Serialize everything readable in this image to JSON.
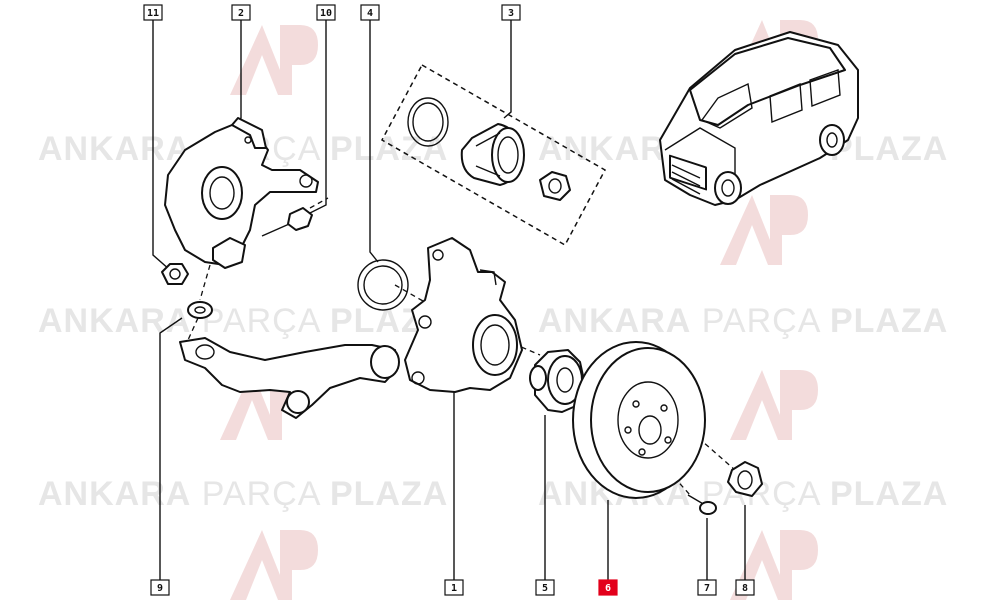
{
  "watermark": {
    "brand_first": "ANKARA",
    "brand_middle": "PARÇA",
    "brand_last": "PLAZA"
  },
  "callouts": [
    {
      "id": "11",
      "label": "11",
      "highlight": false
    },
    {
      "id": "2",
      "label": "2",
      "highlight": false
    },
    {
      "id": "10",
      "label": "10",
      "highlight": false
    },
    {
      "id": "4",
      "label": "4",
      "highlight": false
    },
    {
      "id": "3",
      "label": "3",
      "highlight": false
    },
    {
      "id": "9",
      "label": "9",
      "highlight": false
    },
    {
      "id": "1",
      "label": "1",
      "highlight": false
    },
    {
      "id": "5",
      "label": "5",
      "highlight": false
    },
    {
      "id": "6",
      "label": "6",
      "highlight": true
    },
    {
      "id": "7",
      "label": "7",
      "highlight": false
    },
    {
      "id": "8",
      "label": "8",
      "highlight": false
    }
  ],
  "colors": {
    "highlight": "#e3001b",
    "line": "#111111",
    "watermark": "#e6e6e6"
  }
}
